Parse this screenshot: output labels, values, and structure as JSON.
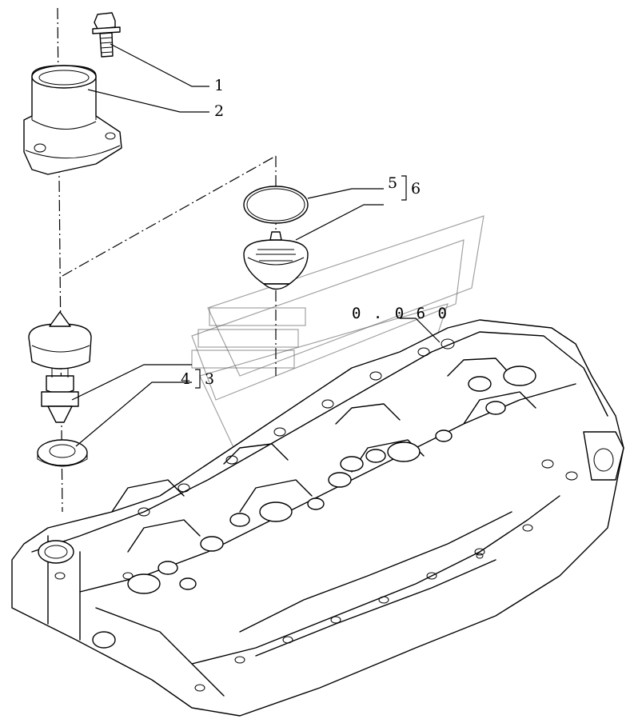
{
  "callouts": [
    {
      "id": "1",
      "label": "1"
    },
    {
      "id": "2",
      "label": "2"
    },
    {
      "id": "3",
      "label": "3"
    },
    {
      "id": "4",
      "label": "4"
    },
    {
      "id": "5",
      "label": "5"
    },
    {
      "id": "6",
      "label": "6"
    }
  ],
  "reference_code": "0 . 0 6 0"
}
